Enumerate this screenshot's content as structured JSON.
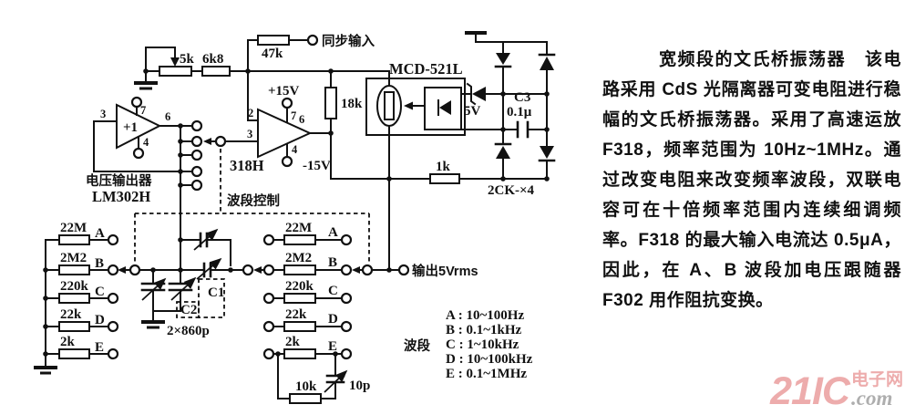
{
  "circuit": {
    "bias": {
      "pot": "5k",
      "r_series": "6k8"
    },
    "sync": {
      "r": "47k",
      "label": "同步输入"
    },
    "follower": {
      "gain": "+1",
      "pin3": "3",
      "pin7": "7",
      "pin6": "6",
      "pin4": "4",
      "role": "电压输出器",
      "name": "LM302H"
    },
    "amp": {
      "name": "318H",
      "pin2": "2",
      "pin3": "3",
      "pin7": "7",
      "pin6": "6",
      "pin4": "4",
      "vplus": "+15V",
      "vminus": "-15V",
      "r_fb": "18k"
    },
    "opto": {
      "name": "MCD-521L"
    },
    "zener_v": "5V",
    "c3": {
      "name": "C3",
      "value": "0.1μ"
    },
    "r_out": "1k",
    "bridge_label": "2CK-×4",
    "band_control_label": "波段控制",
    "output_label": "输出5Vrms",
    "tuning": {
      "c1": "C1",
      "c2": "C2",
      "gang_value": "2×860p",
      "r_trim": "10k",
      "c_trim": "10p"
    },
    "left_bank": [
      {
        "value": "22M",
        "band": "A"
      },
      {
        "value": "2M2",
        "band": "B"
      },
      {
        "value": "220k",
        "band": "C"
      },
      {
        "value": "22k",
        "band": "D"
      },
      {
        "value": "2k",
        "band": "E"
      }
    ],
    "right_bank": [
      {
        "value": "22M",
        "band": "A"
      },
      {
        "value": "2M2",
        "band": "B"
      },
      {
        "value": "220k",
        "band": "C"
      },
      {
        "value": "22k",
        "band": "D"
      },
      {
        "value": "2k",
        "band": "E"
      }
    ],
    "band_table": {
      "label": "波段",
      "rows": [
        "A : 10~100Hz",
        "B : 0.1~1kHz",
        "C : 1~10kHz",
        "D : 10~100kHz",
        "E : 0.1~1MHz"
      ]
    }
  },
  "article": {
    "title": "宽频段的文氏桥振荡器",
    "body": "该电路采用 CdS 光隔离器可变电阻进行稳幅的文氏桥振荡器。采用了高速运放 F318，频率范围为 10Hz~1MHz。通过改变电阻来改变频率波段，双联电容可在十倍频率范围内连续细调频率。F318 的最大输入电流达 0.5μA，因此，在 A、B 波段加电压跟随器 F302 用作阻抗变换。"
  },
  "logo": {
    "brand": "21IC",
    "suffix": ".com",
    "site": "电子网"
  },
  "colors": {
    "ink": "#111111",
    "logo_red": "#eca4a4",
    "logo_gray": "#a6a6a6"
  }
}
